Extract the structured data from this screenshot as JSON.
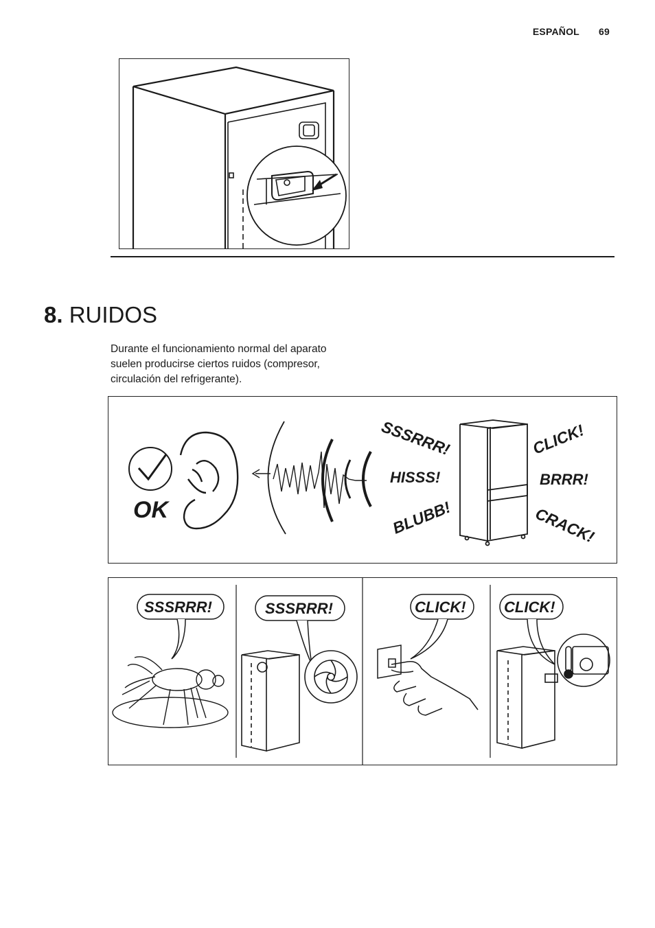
{
  "header": {
    "language": "ESPAÑOL",
    "page_number": "69"
  },
  "section": {
    "number": "8.",
    "title": "RUIDOS"
  },
  "intro_text": "Durante el funcionamiento normal del aparato suelen producirse ciertos ruidos (compresor, circulación del refrigerante).",
  "figure_noises": {
    "ok_label": "OK",
    "sounds": [
      "SSSRRR!",
      "HISSS!",
      "BLUBB!",
      "CLICK!",
      "BRRR!",
      "CRACK!"
    ]
  },
  "figure_sources": {
    "bubbles": [
      "SSSRRR!",
      "SSSRRR!",
      "CLICK!",
      "CLICK!"
    ]
  }
}
